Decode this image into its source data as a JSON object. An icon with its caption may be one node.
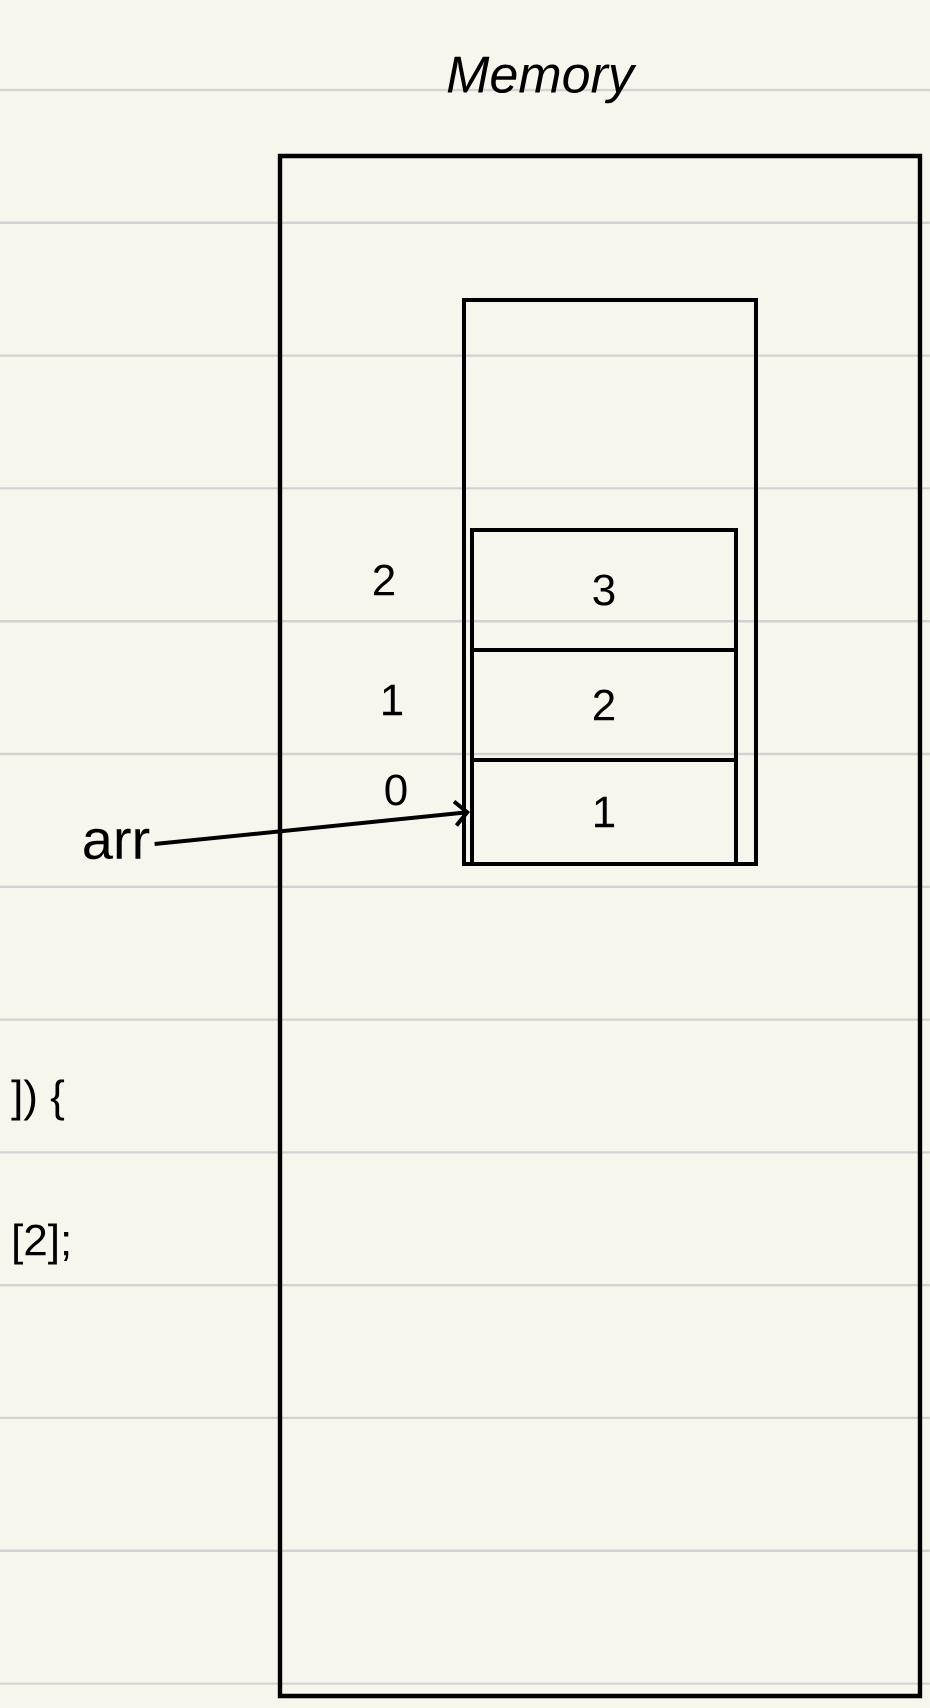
{
  "diagram": {
    "nodes": [
      {
        "text": [
          "Memory"
        ]
      },
      {
        "text": [],
        "shape": "box",
        "in": 0
      },
      {
        "text": [
          "3"
        ],
        "in": 1
      },
      {
        "text": [
          "2"
        ],
        "in": 1
      },
      {
        "text": [
          "1"
        ],
        "in": 1
      },
      {
        "text": [
          "arr"
        ]
      }
    ],
    "edges": [
      {
        "from": 5,
        "to": 4,
        "arrow": "to"
      }
    ],
    "labels": [
      "2",
      "1",
      "0",
      "]) {",
      "[2];"
    ]
  }
}
